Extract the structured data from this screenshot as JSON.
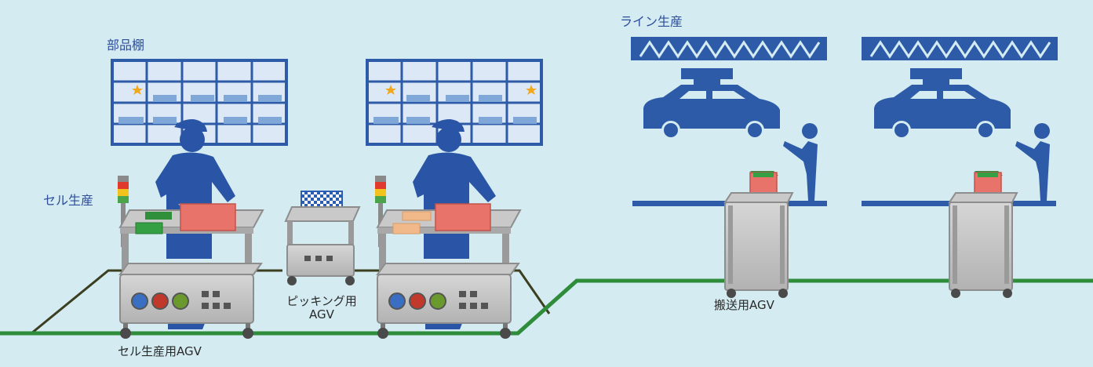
{
  "labels": {
    "parts_shelf": "部品棚",
    "cell_production": "セル生産",
    "line_production": "ライン生産",
    "picking_agv_line1": "ピッキング用",
    "picking_agv_line2": "AGV",
    "cell_agv": "セル生産用AGV",
    "transport_agv": "搬送用AGV"
  },
  "colors": {
    "background": "#d3ebf1",
    "person": "#2a55a6",
    "shelf_frame": "#2e5ba8",
    "shelf_fill": "#dde8f6",
    "shelf_item": "#7fa8d8",
    "star": "#f2a81d",
    "agv_frame": "#9a9a9a",
    "agv_body": "#c6c6c6",
    "box_salmon": "#e8736a",
    "box_green": "#2f8f3a",
    "box_tan": "#f1b98a",
    "track": "#2e8c3a",
    "track_edge": "#3c3f1f",
    "button_blue": "#3a6ec2",
    "button_red": "#c0392b",
    "button_green": "#6a9a2e"
  },
  "icons": {
    "shelf": "parts-shelf-icon",
    "person": "worker-icon",
    "car": "car-icon",
    "gantry": "gantry-icon",
    "signal_tower": "signal-tower-icon",
    "agv": "agv-cart-icon"
  }
}
